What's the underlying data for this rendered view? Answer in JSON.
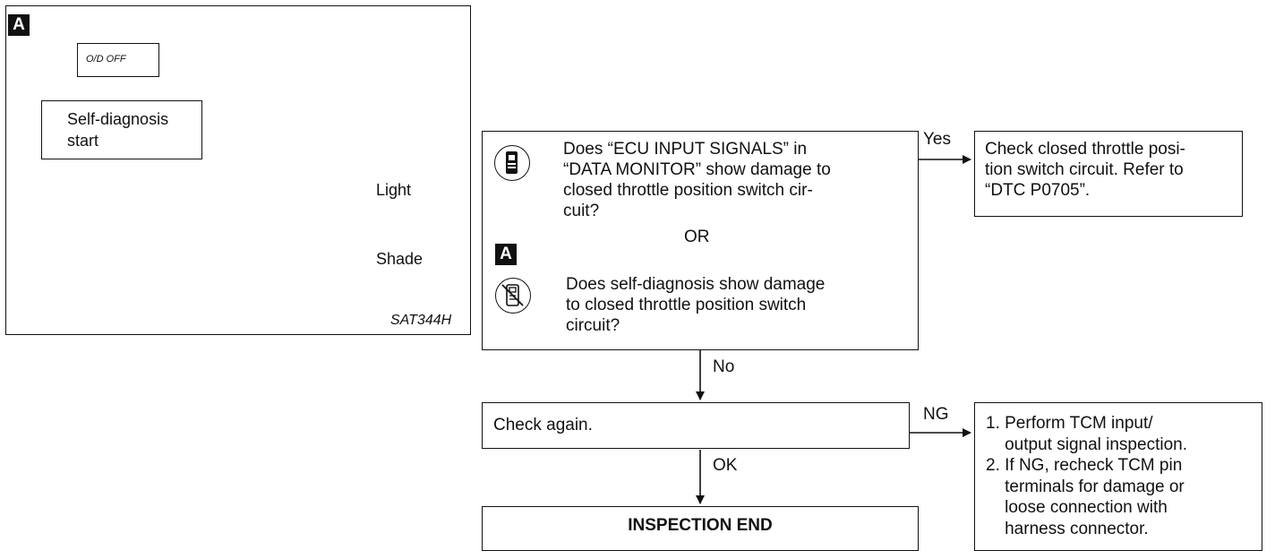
{
  "timing_panel": {
    "badge": "A",
    "lamp_label": "O/D OFF",
    "start_label": "Self-diagnosis\nstart",
    "light_label": "Light",
    "shade_label": "Shade",
    "code": "SAT344H"
  },
  "flow": {
    "question": {
      "consult_text": "Does “ECU INPUT SIGNALS” in\n“DATA MONITOR” show damage to\nclosed throttle position switch cir-\ncuit?",
      "or_label": "OR",
      "self_diag_badge": "A",
      "self_diag_text": "Does self-diagnosis show damage\nto closed throttle position switch\ncircuit?"
    },
    "yes_label": "Yes",
    "yes_result": "Check closed throttle posi-\ntion switch circuit. Refer to\n“DTC P0705”.",
    "no_label": "No",
    "check_again": "Check again.",
    "ng_label": "NG",
    "ng_result": "1. Perform TCM input/\n    output signal inspection.\n2. If NG, recheck TCM pin\n    terminals for damage or\n    loose connection with\n    harness connector.",
    "ok_label": "OK",
    "end_label": "INSPECTION END"
  },
  "icons": [
    "consult-tester-icon",
    "self-diagnosis-icon"
  ]
}
